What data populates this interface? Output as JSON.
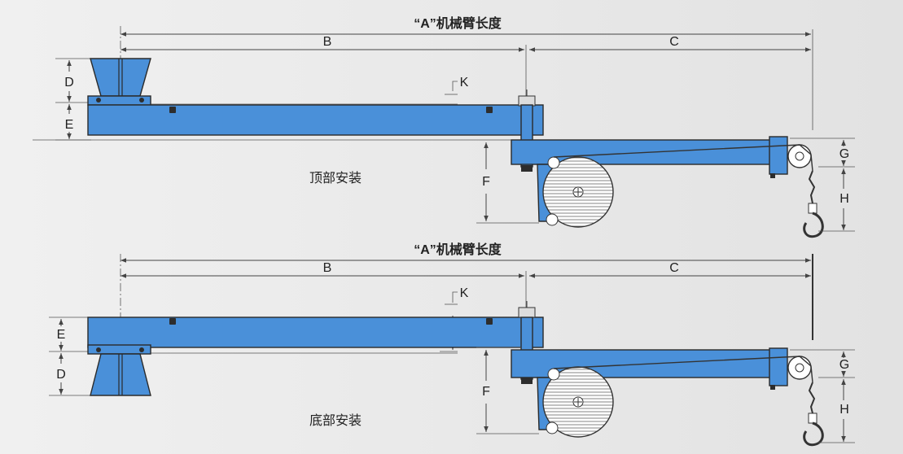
{
  "colors": {
    "beam": "#4a90d9",
    "outline": "#2a2a2a",
    "background": "#e8e8e8"
  },
  "top_view": {
    "arm_length_title": "“A”机械臂长度",
    "mount_label": "顶部安装",
    "dims": {
      "B": "B",
      "C": "C",
      "D": "D",
      "E": "E",
      "F": "F",
      "G": "G",
      "H": "H",
      "K": "K"
    }
  },
  "bottom_view": {
    "arm_length_title": "“A”机械臂长度",
    "mount_label": "底部安装",
    "dims": {
      "B": "B",
      "C": "C",
      "D": "D",
      "E": "E",
      "F": "F",
      "G": "G",
      "H": "H",
      "K": "K"
    }
  }
}
